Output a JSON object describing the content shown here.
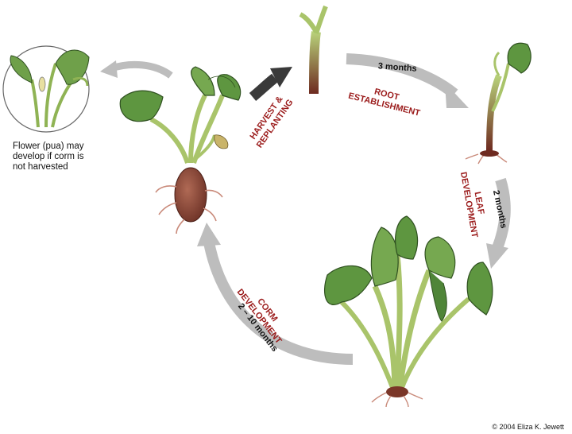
{
  "stages": {
    "harvest": [
      "HARVEST &",
      "REPLANTING"
    ],
    "root": [
      "ROOT",
      "ESTABLISHMENT"
    ],
    "leaf": [
      "LEAF",
      "DEVELOPMENT"
    ],
    "corm": [
      "CORM",
      "DEVELOPMENT"
    ]
  },
  "durations": {
    "root": "3 months",
    "leaf": "2 months",
    "corm": "2 – 10 months"
  },
  "caption": {
    "lines": [
      "Flower (pua) may",
      "develop if corm is",
      "not harvested"
    ]
  },
  "credit": "© 2004 Eliza K. Jewett",
  "colors": {
    "leaf": "#6fa04a",
    "leaf_dark": "#3f6b2a",
    "stem": "#a9c46a",
    "corm": "#8a4a3a",
    "arrow_gray": "#bdbdbd",
    "arrow_dark": "#3a3a3a",
    "label_red": "#9b1b1b"
  }
}
